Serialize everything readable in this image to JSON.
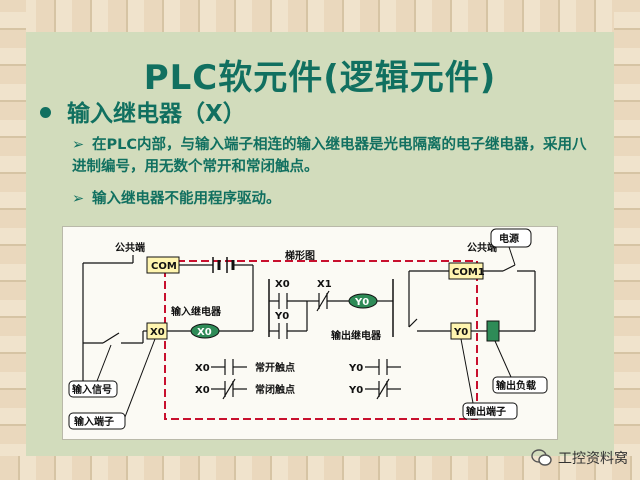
{
  "title": "PLC软元件(逻辑元件)",
  "main_bullet": "输入继电器（X）",
  "sub_bullets": [
    "在PLC内部，与输入端子相连的输入继电器是光电隔离的电子继电器，采用八进制编号，用无数个常开和常闭触点。",
    "输入继电器不能用程序驱动。"
  ],
  "diagram": {
    "common_left": "公共端",
    "com": "COM",
    "x0_box": "X0",
    "x0_coil": "X0",
    "input_relay": "输入继电器",
    "ladder": "梯形图",
    "ladder_x0": "X0",
    "ladder_x1": "X1",
    "ladder_y0": "Y0",
    "ladder_y0_coil": "Y0",
    "output_relay": "输出继电器",
    "common_right": "公共端",
    "com1": "COM1",
    "y0_box": "Y0",
    "power": "电源",
    "input_signal": "输入信号",
    "input_terminal": "输入端子",
    "output_load": "输出负载",
    "output_terminal": "输出端子",
    "leg_x0_no": "X0",
    "leg_no": "常开触点",
    "leg_x0_nc": "X0",
    "leg_nc": "常闭触点",
    "leg_y0_no": "Y0",
    "leg_y0_nc": "Y0"
  },
  "watermark": "工控资料窝"
}
